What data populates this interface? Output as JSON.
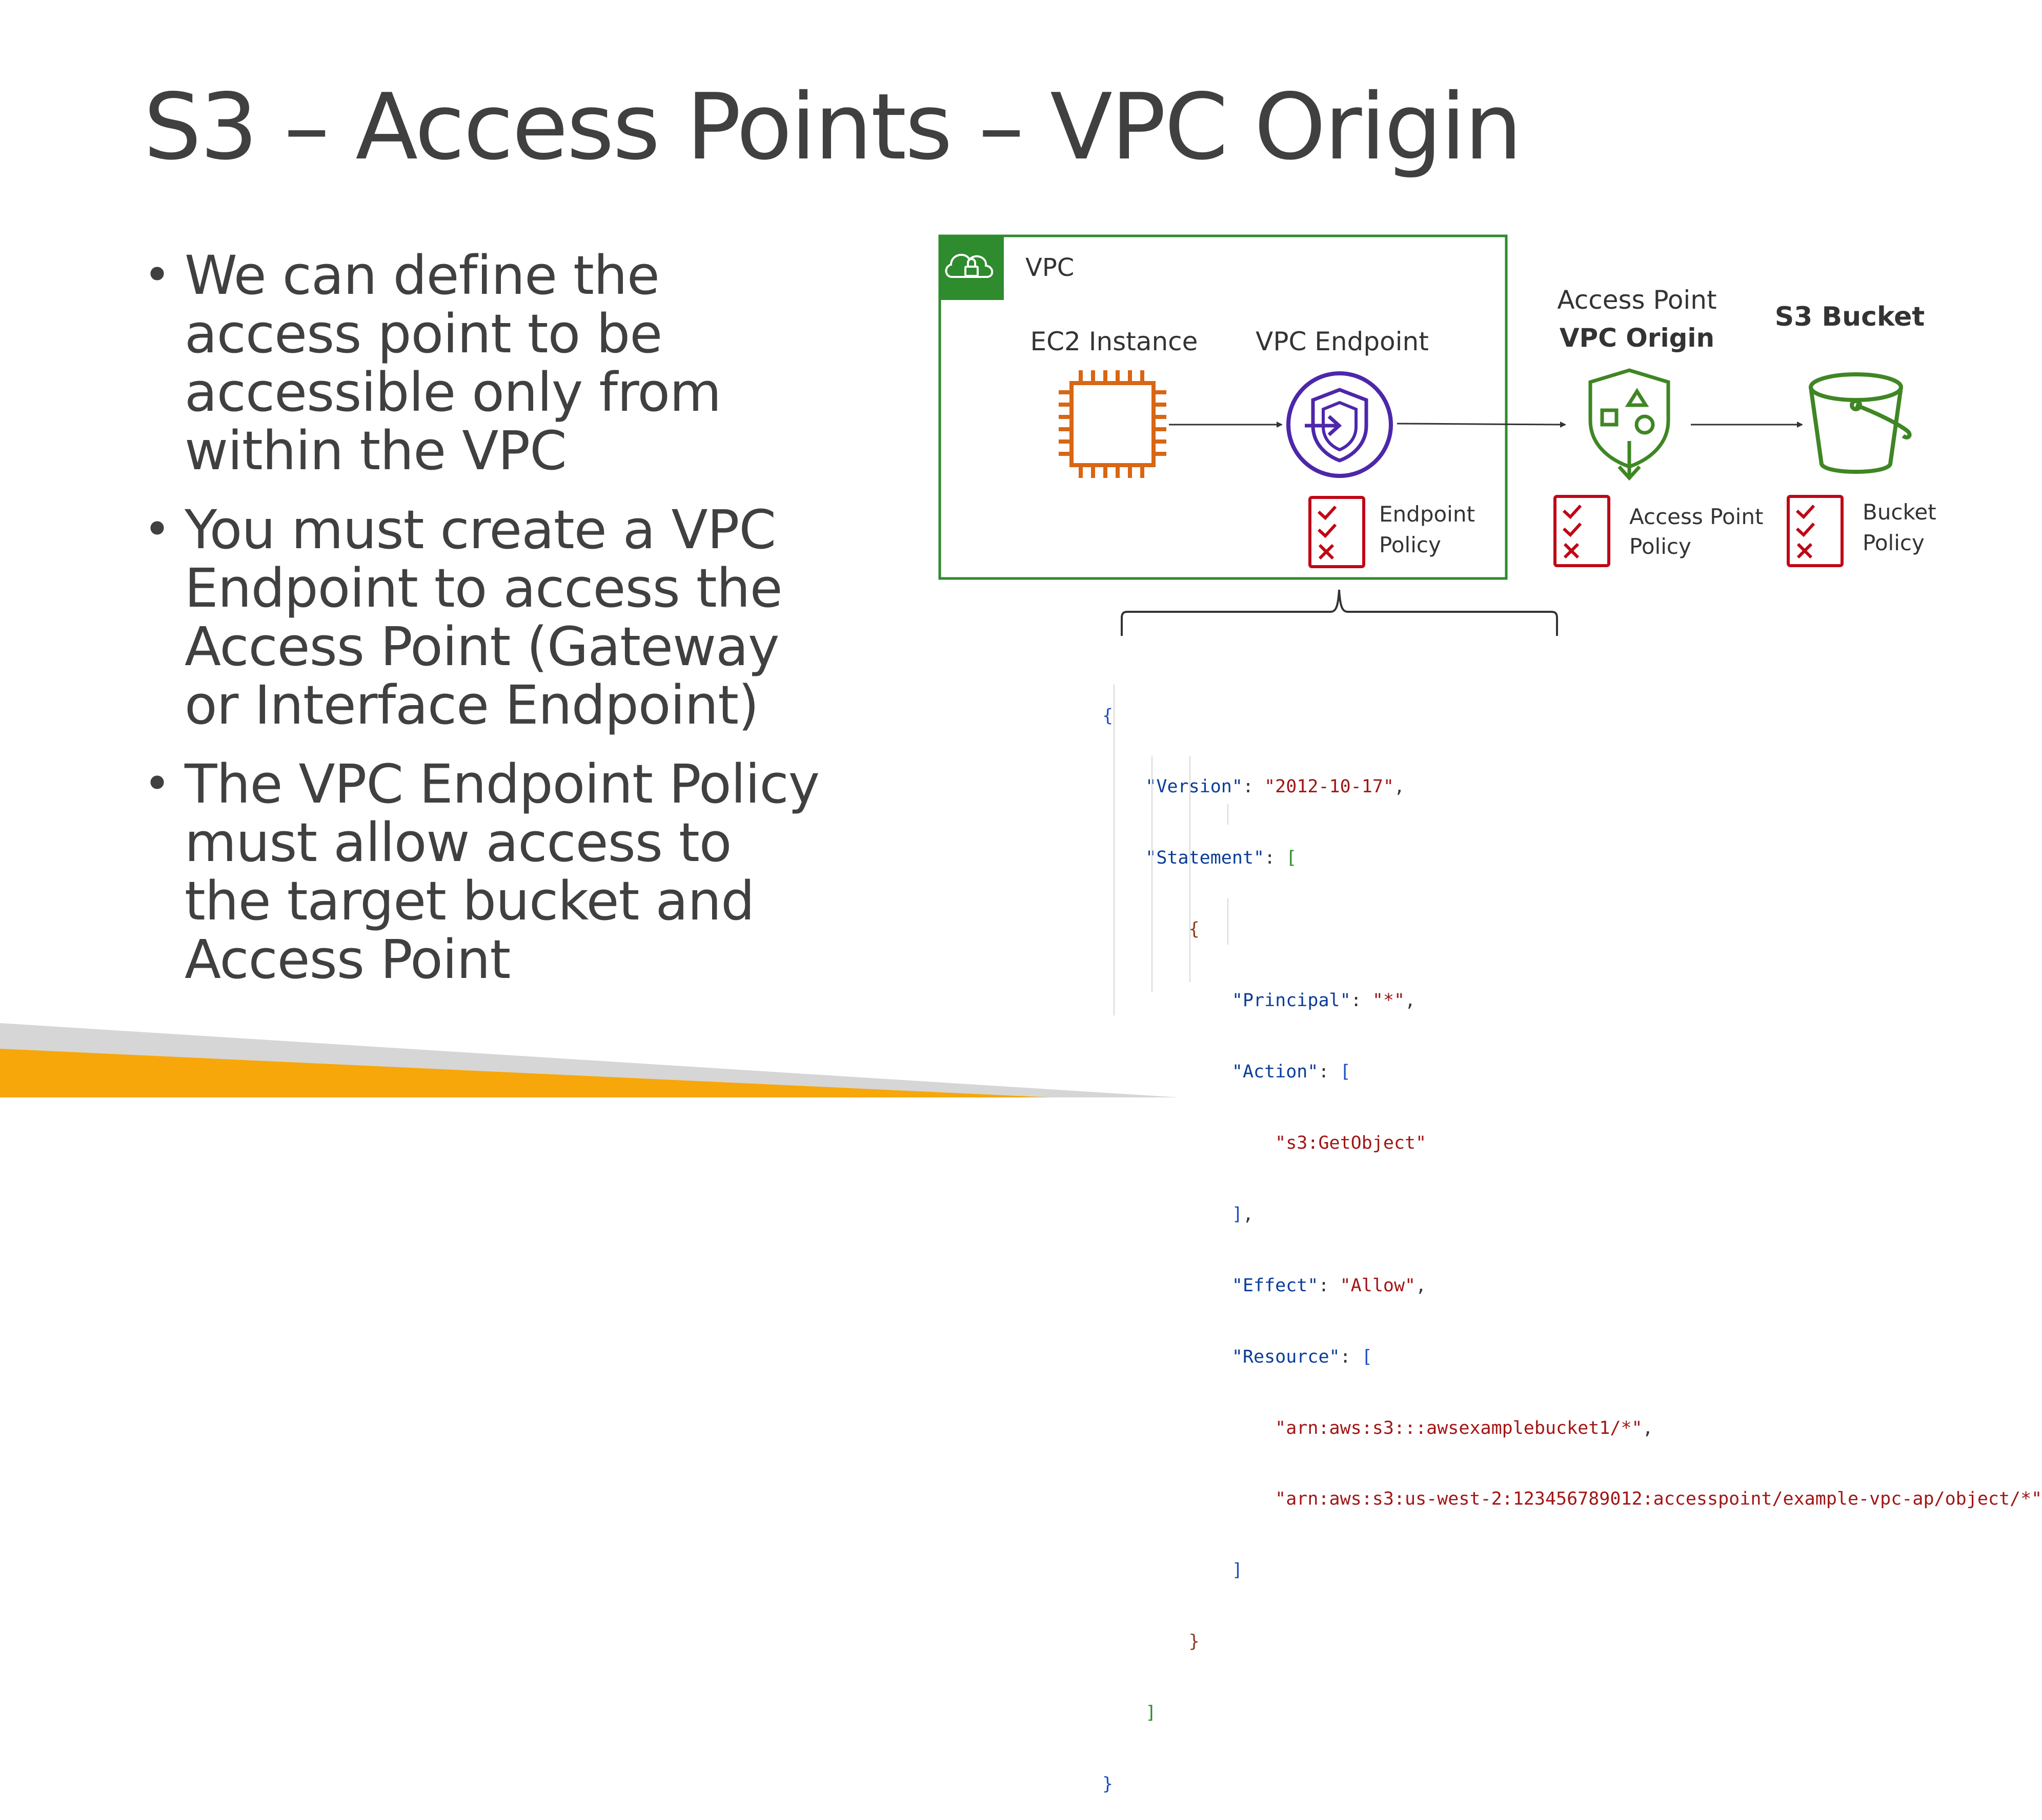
{
  "slide": {
    "title": "S3 – Access Points – VPC Origin",
    "bullets": [
      "We can define the access point to be accessible only from within the VPC",
      "You must create a VPC Endpoint to access the Access Point (Gateway or Interface Endpoint)",
      "The VPC Endpoint Policy must allow access to the target bucket and Access Point"
    ]
  },
  "diagram": {
    "vpc_label": "VPC",
    "ec2_label": "EC2 Instance",
    "endpoint_label": "VPC Endpoint",
    "endpoint_policy_line1": "Endpoint",
    "endpoint_policy_line2": "Policy",
    "access_point_line1": "Access Point",
    "access_point_line2": "VPC Origin",
    "access_point_policy_line1": "Access Point",
    "access_point_policy_line2": "Policy",
    "bucket_label": "S3 Bucket",
    "bucket_policy_line1": "Bucket",
    "bucket_policy_line2": "Policy",
    "colors": {
      "vpc_green": "#2e8b2e",
      "ec2_orange": "#d86613",
      "endpoint_purple": "#4d27aa",
      "s3_green": "#3f8624",
      "policy_red": "#bf0816",
      "accent_orange": "#f7a70a"
    },
    "icons": [
      "cloud-lock-icon",
      "ec2-chip-icon",
      "vpc-endpoint-icon",
      "access-point-icon",
      "s3-bucket-icon",
      "policy-checklist-icon"
    ]
  },
  "policy_json": {
    "open_brace": "{",
    "version_key": "\"Version\"",
    "version_value": "\"2012-10-17\"",
    "statement_key": "\"Statement\"",
    "principal_key": "\"Principal\"",
    "principal_value": "\"*\"",
    "action_key": "\"Action\"",
    "action_value": "\"s3:GetObject\"",
    "effect_key": "\"Effect\"",
    "effect_value": "\"Allow\"",
    "resource_key": "\"Resource\"",
    "resource_1": "\"arn:aws:s3:::awsexamplebucket1/*\"",
    "resource_2": "\"arn:aws:s3:us-west-2:123456789012:accesspoint/example-vpc-ap/object/*\"",
    "close_brace": "}"
  }
}
